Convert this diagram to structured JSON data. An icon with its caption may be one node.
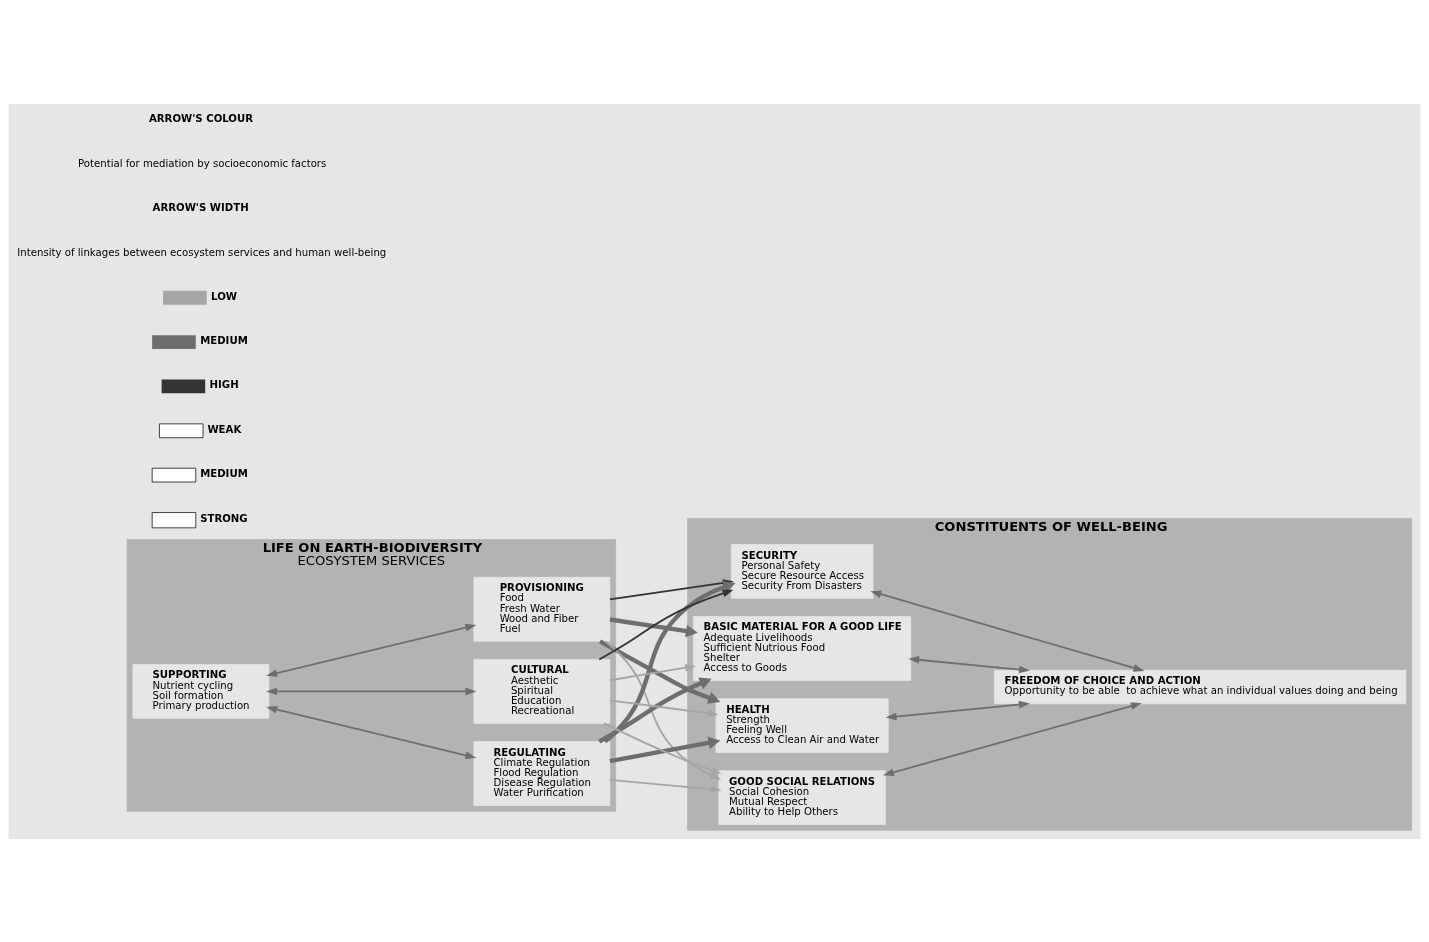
{
  "diagram": {
    "nodes": [
      {
        "text": [
          "LIFE ON EARTH-BIODIVERSITY",
          "ECOSYSTEM SERVICES"
        ]
      },
      {
        "text": [
          "SUPPORTING",
          "Nutrient cycling",
          "Soil formation",
          "Primary production"
        ],
        "in": 0
      },
      {
        "text": [
          "PROVISIONING",
          "Food",
          "Fresh Water",
          "Wood and Fiber",
          "Fuel"
        ],
        "in": 0
      },
      {
        "text": [
          "REGULATING",
          "Climate Regulation",
          "Flood Regulation",
          "Disease Regulation",
          "Water Purification"
        ],
        "in": 0
      },
      {
        "text": [
          "CULTURAL",
          "Aesthetic",
          "Spiritual",
          "Education",
          "Recreational"
        ],
        "in": 0
      },
      {
        "text": [
          "CONSTITUENTS OF WELL-BEING"
        ]
      },
      {
        "text": [
          "SECURITY",
          "Personal Safety",
          "Secure Resource Access",
          "Security From Disasters"
        ],
        "in": 5
      },
      {
        "text": [
          "BASIC MATERIAL FOR A GOOD LIFE",
          "Adequate Livelihoods",
          "Sufficient Nutrious Food",
          "Shelter",
          "Access to Goods"
        ],
        "in": 5
      },
      {
        "text": [
          "HEALTH",
          "Strength",
          "Feeling Well",
          "Access to Clean Air and Water"
        ],
        "in": 5
      },
      {
        "text": [
          "GOOD SOCIAL RELATIONS",
          "Social Cohesion",
          "Mutual Respect",
          "Ability to Help Others"
        ],
        "in": 5
      },
      {
        "text": [
          "FREEDOM OF CHOICE AND ACTION",
          "Opportunity to be able  to achieve what an individual values doing and being"
        ],
        "in": 5
      }
    ],
    "edges": [
      {
        "from": 1,
        "to": 2,
        "arrow": "both"
      },
      {
        "from": 1,
        "to": 3,
        "arrow": "both"
      },
      {
        "from": 1,
        "to": 4,
        "arrow": "both"
      },
      {
        "from": 2,
        "to": 6,
        "arrow": "to",
        "color": "#333333"
      },
      {
        "from": 2,
        "to": 7,
        "arrow": "to",
        "style": "thick"
      },
      {
        "from": 2,
        "to": 8,
        "arrow": "to",
        "style": "thick"
      },
      {
        "from": 2,
        "to": 9,
        "arrow": "to",
        "color": "#a6a6a6"
      },
      {
        "from": 3,
        "to": 6,
        "arrow": "to",
        "style": "thick"
      },
      {
        "from": 3,
        "to": 7,
        "arrow": "to",
        "style": "thick"
      },
      {
        "from": 3,
        "to": 8,
        "arrow": "to",
        "style": "thick"
      },
      {
        "from": 3,
        "to": 9,
        "arrow": "to",
        "color": "#a6a6a6"
      },
      {
        "from": 4,
        "to": 6,
        "arrow": "to",
        "color": "#333333"
      },
      {
        "from": 4,
        "to": 7,
        "arrow": "to",
        "color": "#a6a6a6"
      },
      {
        "from": 4,
        "to": 8,
        "arrow": "to",
        "color": "#a6a6a6"
      },
      {
        "from": 4,
        "to": 9,
        "arrow": "to",
        "color": "#a6a6a6"
      },
      {
        "from": 6,
        "to": 10,
        "arrow": "both"
      },
      {
        "from": 7,
        "to": 10,
        "arrow": "both"
      },
      {
        "from": 8,
        "to": 10,
        "arrow": "both"
      },
      {
        "from": 9,
        "to": 10,
        "arrow": "both"
      }
    ],
    "labels": [
      "ARROW'S COLOUR",
      "Potential for mediation by socioeconomic factors",
      "ARROW'S WIDTH",
      "Intensity of linkages between ecosystem services and human well-being"
    ],
    "legend": [
      {
        "text": "LOW",
        "color": "#a6a6a6"
      },
      {
        "text": "MEDIUM",
        "color": "#6e6e6e"
      },
      {
        "text": "HIGH",
        "color": "#333333"
      },
      {
        "text": "WEAK"
      },
      {
        "text": "MEDIUM"
      },
      {
        "text": "STRONG"
      }
    ]
  }
}
